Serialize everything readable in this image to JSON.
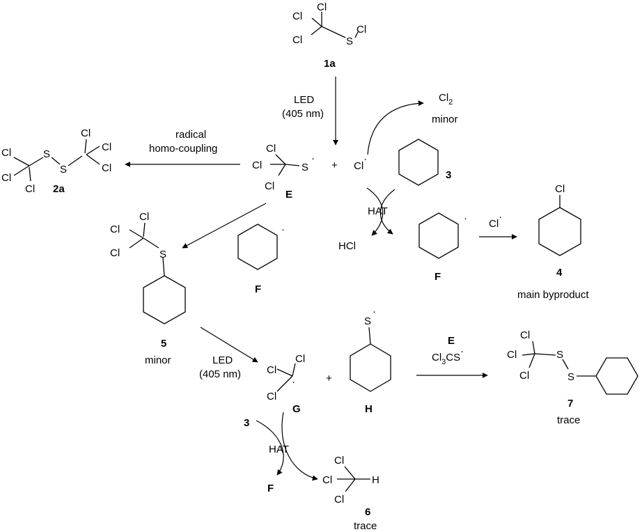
{
  "atoms": {
    "cl": "Cl",
    "s": "S",
    "h": "H",
    "radical_dot": "·"
  },
  "compounds": {
    "c1a": "1a",
    "c2a": "2a",
    "c3": "3",
    "c4": "4",
    "c5": "5",
    "c6": "6",
    "c7": "7",
    "cE": "E",
    "cF": "F",
    "cG": "G",
    "cH": "H"
  },
  "reagents": {
    "cl2_base": "Cl",
    "cl2_sub": "2",
    "hcl": "HCl",
    "cl3cs_base": "Cl",
    "cl3cs_sub": "3",
    "cl3cs_tail": "CS",
    "plus": "+"
  },
  "conditions": {
    "led": "LED",
    "wavelength": "(405 nm)",
    "radical_line1": "radical",
    "radical_line2": "homo-coupling",
    "hat": "HAT"
  },
  "notes": {
    "minor": "minor",
    "main_byproduct": "main byproduct",
    "trace": "trace"
  }
}
